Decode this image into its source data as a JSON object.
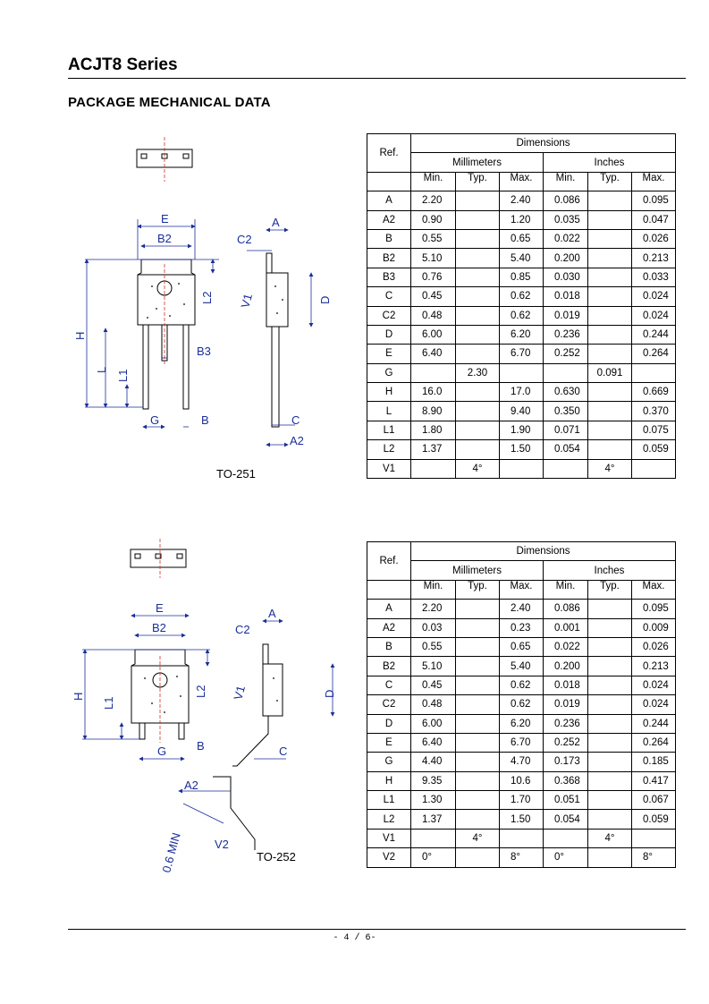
{
  "header": {
    "series_title": "ACJT8 Series",
    "section_title": "PACKAGE MECHANICAL DATA"
  },
  "footer": {
    "page_number": "- 4 / 6-"
  },
  "colors": {
    "dimension_lines": "#1a2e9a",
    "centerline": "#d23030",
    "outline": "#000000"
  },
  "packages": [
    {
      "caption": "TO-251",
      "drawing_labels": {
        "E": "E",
        "B2": "B2",
        "A": "A",
        "C2": "C2",
        "L2": "L2",
        "V1": "V1",
        "D": "D",
        "H": "H",
        "L": "L",
        "L1": "L1",
        "B3": "B3",
        "G": "G",
        "B": "B",
        "C": "C",
        "A2": "A2"
      },
      "table": {
        "header": {
          "group": "Dimensions",
          "ref": "Ref.",
          "mm": "Millimeters",
          "inches": "Inches",
          "min": "Min.",
          "typ": "Typ.",
          "max": "Max."
        },
        "rows": [
          {
            "ref": "A",
            "mm_min": "2.20",
            "mm_typ": "",
            "mm_max": "2.40",
            "in_min": "0.086",
            "in_typ": "",
            "in_max": "0.095"
          },
          {
            "ref": "A2",
            "mm_min": "0.90",
            "mm_typ": "",
            "mm_max": "1.20",
            "in_min": "0.035",
            "in_typ": "",
            "in_max": "0.047"
          },
          {
            "ref": "B",
            "mm_min": "0.55",
            "mm_typ": "",
            "mm_max": "0.65",
            "in_min": "0.022",
            "in_typ": "",
            "in_max": "0.026"
          },
          {
            "ref": "B2",
            "mm_min": "5.10",
            "mm_typ": "",
            "mm_max": "5.40",
            "in_min": "0.200",
            "in_typ": "",
            "in_max": "0.213"
          },
          {
            "ref": "B3",
            "mm_min": "0.76",
            "mm_typ": "",
            "mm_max": "0.85",
            "in_min": "0.030",
            "in_typ": "",
            "in_max": "0.033"
          },
          {
            "ref": "C",
            "mm_min": "0.45",
            "mm_typ": "",
            "mm_max": "0.62",
            "in_min": "0.018",
            "in_typ": "",
            "in_max": "0.024"
          },
          {
            "ref": "C2",
            "mm_min": "0.48",
            "mm_typ": "",
            "mm_max": "0.62",
            "in_min": "0.019",
            "in_typ": "",
            "in_max": "0.024"
          },
          {
            "ref": "D",
            "mm_min": "6.00",
            "mm_typ": "",
            "mm_max": "6.20",
            "in_min": "0.236",
            "in_typ": "",
            "in_max": "0.244"
          },
          {
            "ref": "E",
            "mm_min": "6.40",
            "mm_typ": "",
            "mm_max": "6.70",
            "in_min": "0.252",
            "in_typ": "",
            "in_max": "0.264"
          },
          {
            "ref": "G",
            "mm_min": "",
            "mm_typ": "2.30",
            "mm_max": "",
            "in_min": "",
            "in_typ": "0.091",
            "in_max": ""
          },
          {
            "ref": "H",
            "mm_min": "16.0",
            "mm_typ": "",
            "mm_max": "17.0",
            "in_min": "0.630",
            "in_typ": "",
            "in_max": "0.669"
          },
          {
            "ref": "L",
            "mm_min": "8.90",
            "mm_typ": "",
            "mm_max": "9.40",
            "in_min": "0.350",
            "in_typ": "",
            "in_max": "0.370"
          },
          {
            "ref": "L1",
            "mm_min": "1.80",
            "mm_typ": "",
            "mm_max": "1.90",
            "in_min": "0.071",
            "in_typ": "",
            "in_max": "0.075"
          },
          {
            "ref": "L2",
            "mm_min": "1.37",
            "mm_typ": "",
            "mm_max": "1.50",
            "in_min": "0.054",
            "in_typ": "",
            "in_max": "0.059"
          },
          {
            "ref": "V1",
            "mm_min": "",
            "mm_typ": "4°",
            "mm_max": "",
            "in_min": "",
            "in_typ": "4°",
            "in_max": ""
          }
        ]
      }
    },
    {
      "caption": "TO-252",
      "drawing_labels": {
        "E": "E",
        "B2": "B2",
        "A": "A",
        "C2": "C2",
        "L2": "L2",
        "V1": "V1",
        "D": "D",
        "H": "H",
        "L1": "L1",
        "G": "G",
        "B": "B",
        "C": "C",
        "A2": "A2",
        "V2": "V2",
        "min_note": "0.6 MIN"
      },
      "table": {
        "header": {
          "group": "Dimensions",
          "ref": "Ref.",
          "mm": "Millimeters",
          "inches": "Inches",
          "min": "Min.",
          "typ": "Typ.",
          "max": "Max."
        },
        "rows": [
          {
            "ref": "A",
            "mm_min": "2.20",
            "mm_typ": "",
            "mm_max": "2.40",
            "in_min": "0.086",
            "in_typ": "",
            "in_max": "0.095"
          },
          {
            "ref": "A2",
            "mm_min": "0.03",
            "mm_typ": "",
            "mm_max": "0.23",
            "in_min": "0.001",
            "in_typ": "",
            "in_max": "0.009"
          },
          {
            "ref": "B",
            "mm_min": "0.55",
            "mm_typ": "",
            "mm_max": "0.65",
            "in_min": "0.022",
            "in_typ": "",
            "in_max": "0.026"
          },
          {
            "ref": "B2",
            "mm_min": "5.10",
            "mm_typ": "",
            "mm_max": "5.40",
            "in_min": "0.200",
            "in_typ": "",
            "in_max": "0.213"
          },
          {
            "ref": "C",
            "mm_min": "0.45",
            "mm_typ": "",
            "mm_max": "0.62",
            "in_min": "0.018",
            "in_typ": "",
            "in_max": "0.024"
          },
          {
            "ref": "C2",
            "mm_min": "0.48",
            "mm_typ": "",
            "mm_max": "0.62",
            "in_min": "0.019",
            "in_typ": "",
            "in_max": "0.024"
          },
          {
            "ref": "D",
            "mm_min": "6.00",
            "mm_typ": "",
            "mm_max": "6.20",
            "in_min": "0.236",
            "in_typ": "",
            "in_max": "0.244"
          },
          {
            "ref": "E",
            "mm_min": "6.40",
            "mm_typ": "",
            "mm_max": "6.70",
            "in_min": "0.252",
            "in_typ": "",
            "in_max": "0.264"
          },
          {
            "ref": "G",
            "mm_min": "4.40",
            "mm_typ": "",
            "mm_max": "4.70",
            "in_min": "0.173",
            "in_typ": "",
            "in_max": "0.185"
          },
          {
            "ref": "H",
            "mm_min": "9.35",
            "mm_typ": "",
            "mm_max": "10.6",
            "in_min": "0.368",
            "in_typ": "",
            "in_max": "0.417"
          },
          {
            "ref": "L1",
            "mm_min": "1.30",
            "mm_typ": "",
            "mm_max": "1.70",
            "in_min": "0.051",
            "in_typ": "",
            "in_max": "0.067"
          },
          {
            "ref": "L2",
            "mm_min": "1.37",
            "mm_typ": "",
            "mm_max": "1.50",
            "in_min": "0.054",
            "in_typ": "",
            "in_max": "0.059"
          },
          {
            "ref": "V1",
            "mm_min": "",
            "mm_typ": "4°",
            "mm_max": "",
            "in_min": "",
            "in_typ": "4°",
            "in_max": ""
          },
          {
            "ref": "V2",
            "mm_min": "0°",
            "mm_typ": "",
            "mm_max": "8°",
            "in_min": "0°",
            "in_typ": "",
            "in_max": "8°"
          }
        ]
      }
    }
  ]
}
